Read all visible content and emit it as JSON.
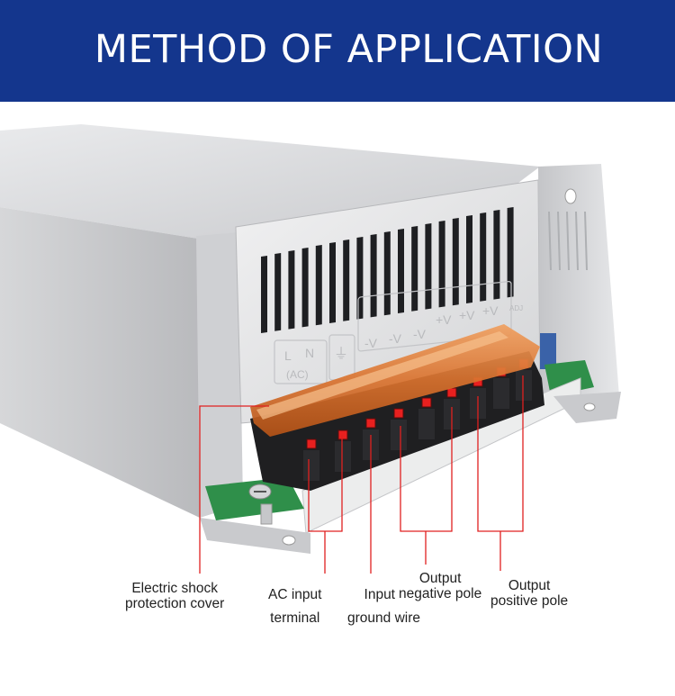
{
  "banner": {
    "title": "METHOD OF APPLICATION",
    "background_color": "#14368d"
  },
  "callout_color": "#e02020",
  "labels": {
    "shock_cover_line1": "Electric shock",
    "shock_cover_line2": "protection cover",
    "ac_input_line1": "AC input",
    "ac_input_line2": "terminal",
    "ground_line1": "Input",
    "ground_line2": "ground wire",
    "negative_line1": "Output",
    "negative_line2": "negative pole",
    "positive_line1": "Output",
    "positive_line2": "positive pole"
  },
  "panel_markings": {
    "l": "L",
    "n": "N",
    "ac": "(AC)",
    "ground": "⏚",
    "neg1": "-V",
    "neg2": "-V",
    "neg3": "-V",
    "pos1": "+V",
    "pos2": "+V",
    "pos3": "+V",
    "adj": "ADJ"
  }
}
